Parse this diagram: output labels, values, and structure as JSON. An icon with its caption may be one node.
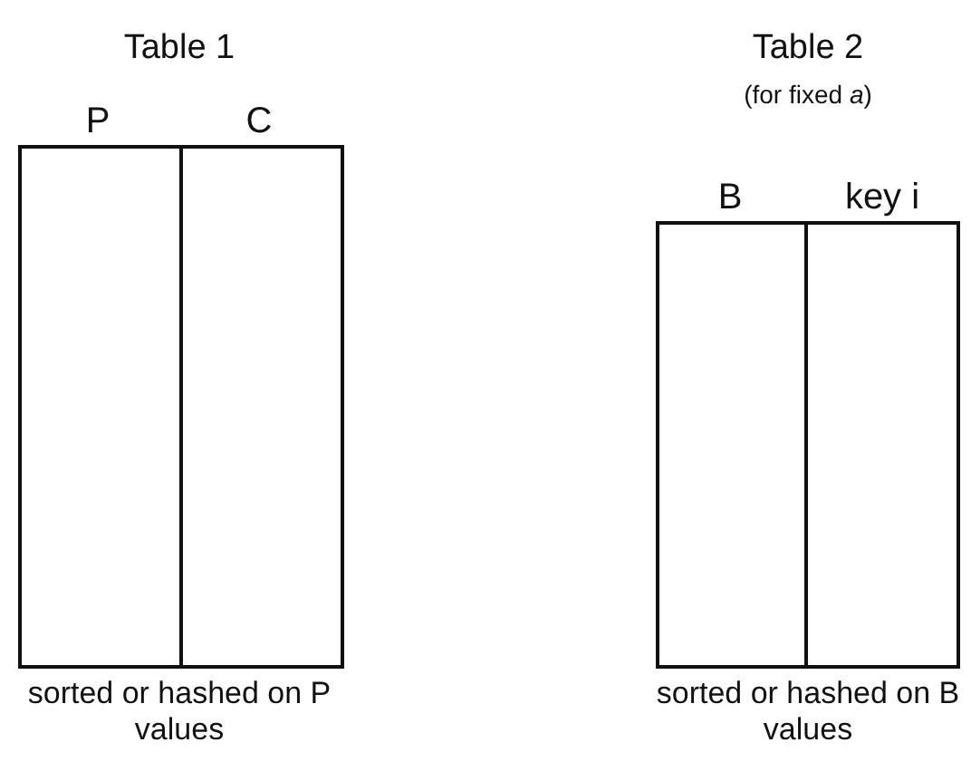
{
  "diagram": {
    "labels": [
      "Table 1",
      "Table 2",
      "(for fixed *a*)",
      "P",
      "C",
      "B",
      "key i",
      "sorted or hashed on P values",
      "sorted or hashed on B values"
    ]
  }
}
